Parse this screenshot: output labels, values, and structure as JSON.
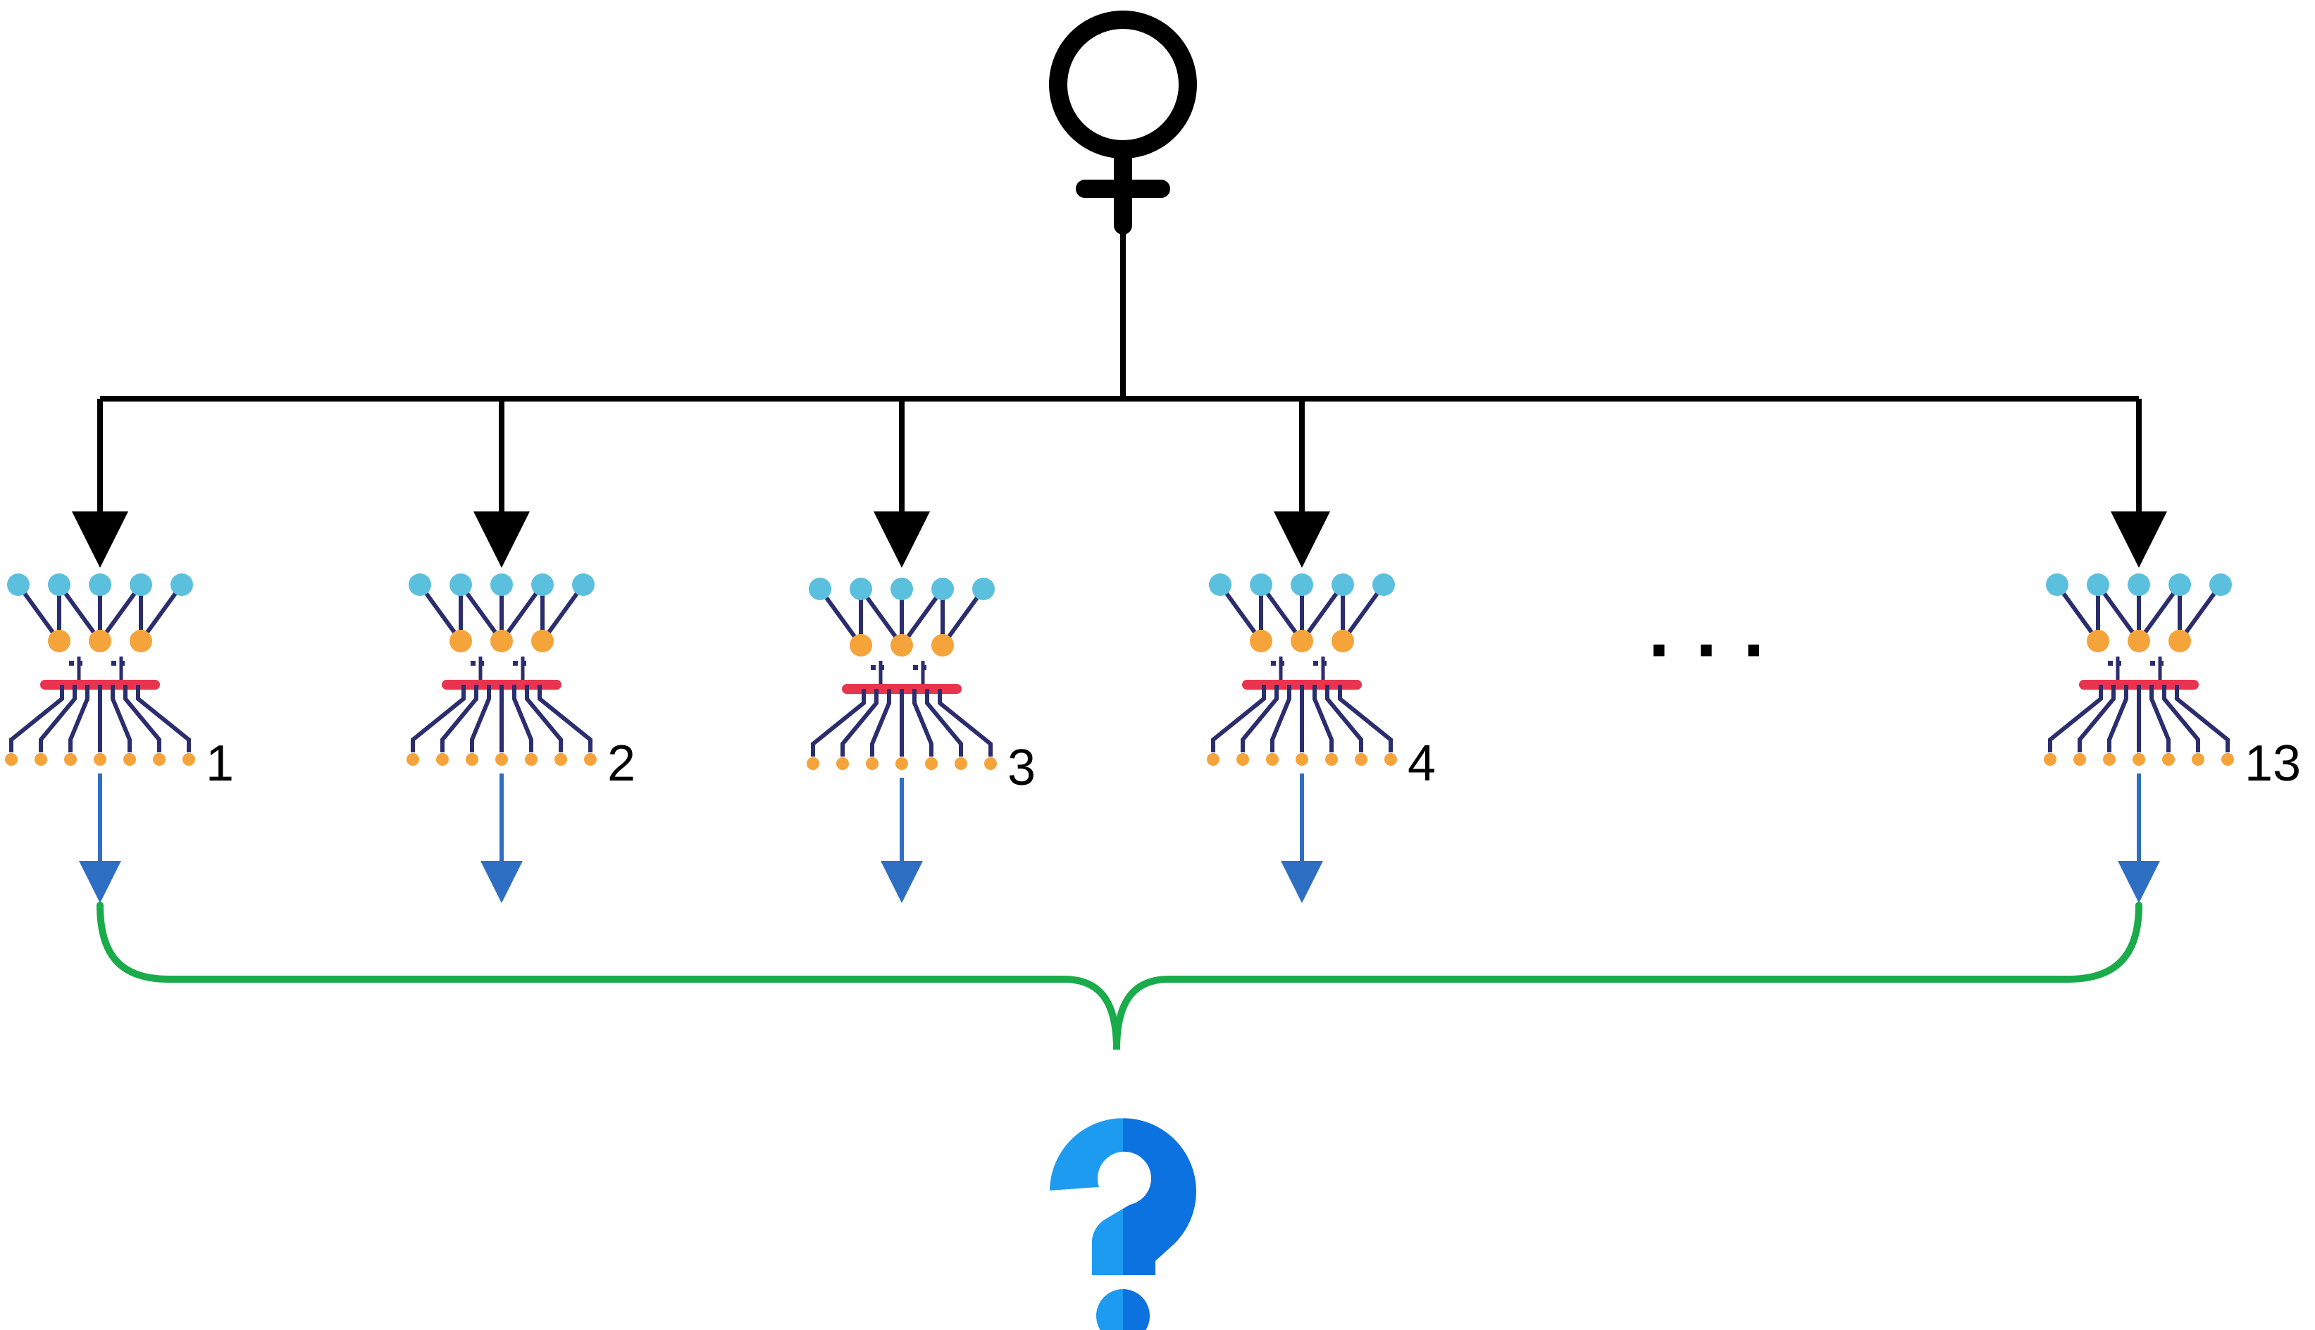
{
  "root_symbol": "female-symbol",
  "networks": [
    {
      "label": "1"
    },
    {
      "label": "2"
    },
    {
      "label": "3"
    },
    {
      "label": "4"
    },
    {
      "label": "13"
    }
  ],
  "ellipsis": "· · ·",
  "result_symbol": "question-mark-icon",
  "colors": {
    "connector": "#000000",
    "input_node": "#5bc0de",
    "hidden_node": "#f5a33b",
    "output_node": "#f5a33b",
    "wire": "#2b2d6e",
    "bar": "#e8344e",
    "down_arrow": "#2e6fc4",
    "brace": "#1aab4b",
    "question_light": "#1d9bf0",
    "question_dark": "#0b72e0"
  }
}
